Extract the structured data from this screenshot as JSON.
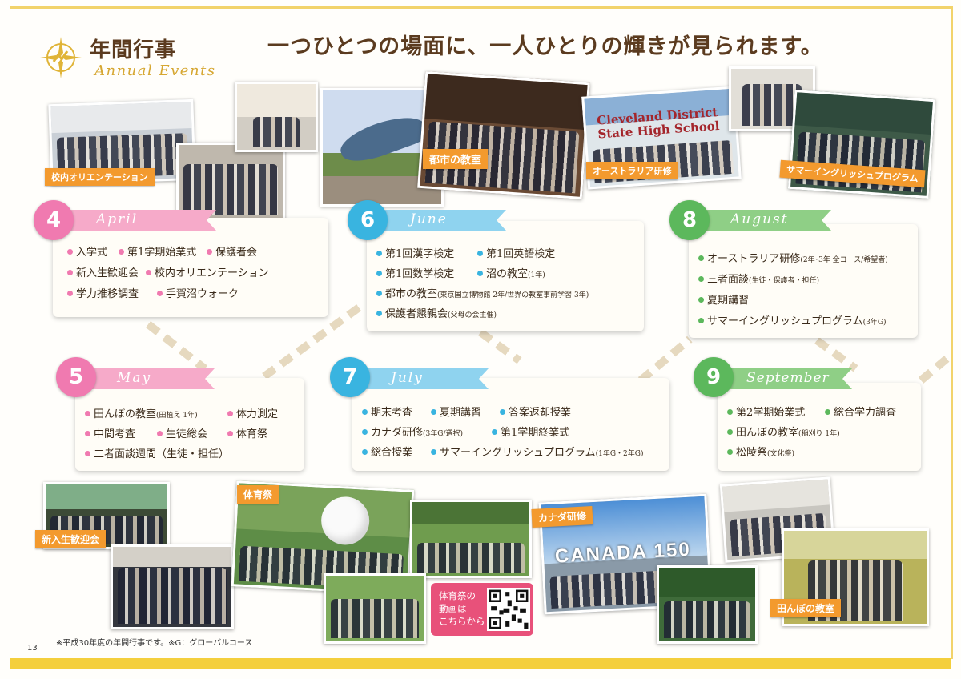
{
  "header": {
    "title_ja": "年間行事",
    "title_en": "Annual Events",
    "headline": "一つひとつの場面に、一人ひとりの輝きが見られます。"
  },
  "photo_captions": {
    "orientation": "校内オリエンテーション",
    "city_classroom": "都市の教室",
    "australia": "オーストラリア研修",
    "summer_english": "サマーイングリッシュプログラム",
    "welcome": "新入生歓迎会",
    "sports_day": "体育祭",
    "canada": "カナダ研修",
    "rice_field": "田んぼの教室"
  },
  "photo_signs": {
    "cleveland_line1": "Cleveland District",
    "cleveland_line2": "State High School",
    "canada_sign": "CANADA 150"
  },
  "colors": {
    "april": "#f07ab0",
    "may": "#f07ab0",
    "june": "#39b4e0",
    "july": "#39b4e0",
    "august": "#5cb85c",
    "september": "#5cb85c",
    "april_ribbon": "#f6aac9",
    "june_ribbon": "#8fd3ef",
    "august_ribbon": "#8fcf86"
  },
  "months": {
    "april": {
      "num": "4",
      "name": "April",
      "events": [
        "入学式",
        "第1学期始業式",
        "保護者会",
        "新入生歓迎会",
        "校内オリエンテーション",
        "学力推移調査",
        "手賀沼ウォーク"
      ]
    },
    "may": {
      "num": "5",
      "name": "May",
      "events": [
        "田んぼの教室",
        "(田植え 1年)",
        "体力測定",
        "中間考査",
        "生徒総会",
        "体育祭",
        "二者面談週間（生徒・担任）"
      ]
    },
    "june": {
      "num": "6",
      "name": "June",
      "events": [
        "第1回漢字検定",
        "第1回英語検定",
        "第1回数学検定",
        "沼の教室",
        "(1年)",
        "都市の教室",
        "(東京国立博物館 2年/世界の教室事前学習 3年)",
        "保護者懇親会",
        "(父母の会主催)"
      ]
    },
    "july": {
      "num": "7",
      "name": "July",
      "events": [
        "期末考査",
        "夏期講習",
        "答案返却授業",
        "カナダ研修",
        "(3年G/選択)",
        "第1学期終業式",
        "総合授業",
        "サマーイングリッシュプログラム",
        "(1年G・2年G)"
      ]
    },
    "august": {
      "num": "8",
      "name": "August",
      "events": [
        "オーストラリア研修",
        "(2年･3年 全コース/希望者)",
        "三者面談",
        "(生徒・保護者・担任)",
        "夏期講習",
        "サマーイングリッシュプログラム",
        "(3年G)"
      ]
    },
    "september": {
      "num": "9",
      "name": "September",
      "events": [
        "第2学期始業式",
        "総合学力調査",
        "田んぼの教室",
        "(稲刈り 1年)",
        "松陵祭",
        "(文化祭)"
      ]
    }
  },
  "qr": {
    "line1": "体育祭の",
    "line2": "動画は",
    "line3": "こちらから"
  },
  "footer": {
    "note": "※平成30年度の年間行事です。※G：グローバルコース",
    "page_number": "13"
  }
}
